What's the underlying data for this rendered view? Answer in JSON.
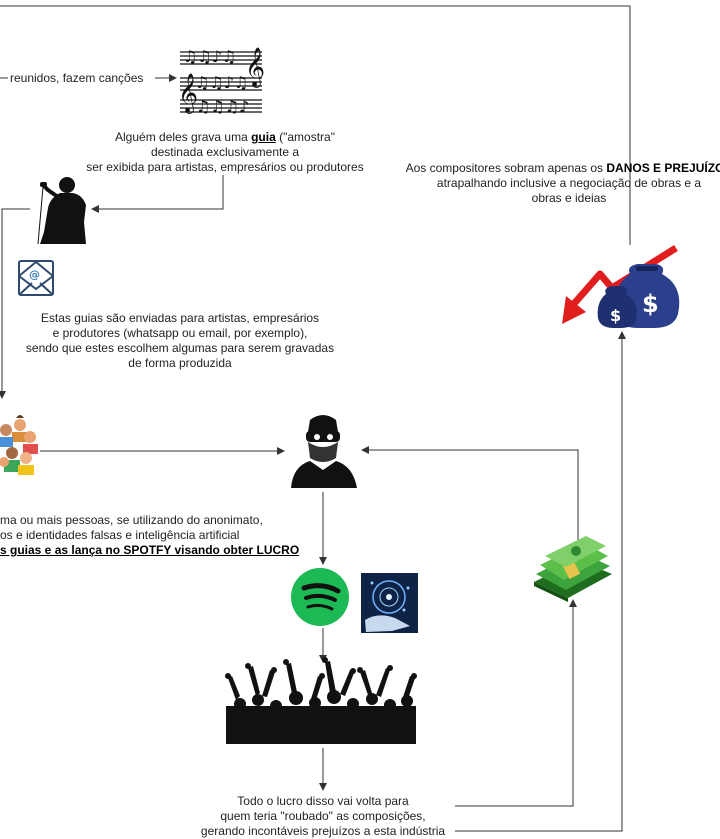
{
  "colors": {
    "line": "#333333",
    "spotify": "#1db954",
    "down_arrow": "#e11d1d",
    "money_bag": "#2b3f8c",
    "cash": "#2e8b2e"
  },
  "icons": {
    "music_notes": "music-notes-icon",
    "singer": "singer-silhouette-icon",
    "email": "email-icon",
    "group": "people-group-icon",
    "thief": "masked-thief-icon",
    "spotify": "spotify-logo-icon",
    "ai": "ai-hand-icon",
    "crowd": "concert-crowd-icon",
    "cash": "cash-stack-icon",
    "losses": "money-bags-loss-icon"
  },
  "nodes": {
    "composers_text": "reunidos, fazem canções",
    "guide": {
      "line1_pre": "Alguém deles grava uma ",
      "line1_bold": "guia",
      "line1_post": " (\"amostra\"",
      "line2": "destinada exclusivamente a",
      "line3": "ser exibida para artistas, empresários ou produtores"
    },
    "send": {
      "line1": "Estas guias são enviadas para artistas, empresários",
      "line2": "e produtores (whatsapp ou email, por exemplo),",
      "line3": "sendo que estes escolhem algumas para serem gravadas",
      "line4": "de forma produzida"
    },
    "losses": {
      "line1_pre": "Aos compositores sobram apenas os ",
      "line1_bold": "DANOS E PREJUÍZOS",
      "line2": "atrapalhando inclusive a negociação de obras e a",
      "line3": "obras e ideias"
    },
    "thief": {
      "line1": "ma ou mais pessoas, se utilizando do anonimato,",
      "line2": "os e identidades falsas e inteligência artificial",
      "line3": "s guias e as lança no SPOTFY visando obter LUCRO"
    },
    "profit": {
      "line1": "Todo o lucro disso vai volta para",
      "line2": "quem teria \"roubado\" as composições,",
      "line3": "gerando incontáveis prejuízos a esta indústria"
    }
  }
}
